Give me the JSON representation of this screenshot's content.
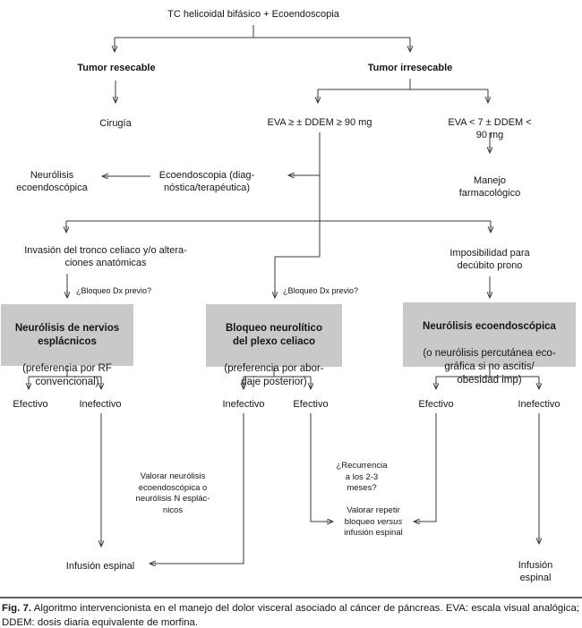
{
  "colors": {
    "box_bg": "#c9c9c9",
    "line": "#3a3a3a",
    "text": "#151515",
    "background": "#ffffff"
  },
  "nodes": {
    "root": "TC helicoidal bifásico + Ecoendoscopia",
    "tumor_resecable": "Tumor resecable",
    "tumor_irresecable": "Tumor irresecable",
    "cirugia": "Cirugía",
    "eva_alta": "EVA ≥ ± DDEM ≥ 90 mg",
    "eva_baja": "EVA < 7 ± DDEM < 90 mg",
    "neurolisis_eco": "Neurólisis\necoendoscópica",
    "ecoendoscopia": "Ecoendoscopia (diag-\nnóstica/terapéutica)",
    "manejo_farmacologico": "Manejo farmacológico",
    "invasion_tronco": "Invasión del tronco celiaco y/o altera-\nciones anatómicas",
    "imposibilidad": "Imposibilidad para\ndecúbito prono",
    "bloqueo_dx": "¿Bloqueo Dx previo?",
    "efectivo": "Efectivo",
    "inefectivo": "Inefectivo",
    "valorar_neurolisis": "Valorar neurólisis\necoendoscópica o\nneurólisis N esplác-\nnicos",
    "recurrencia": "¿Recurrencia\na los 2-3\nmeses?",
    "valorar_repetir": {
      "pre": "Valorar repetir\nbloqueo ",
      "italic": "versus",
      "post": "\ninfusión espinal"
    },
    "infusion_espinal": "Infusión espinal"
  },
  "boxes": {
    "esplacnicos": {
      "title": "Neurólisis de nervios\nesplácnicos",
      "subtitle": "(preferencia por RF\nconvencional)"
    },
    "plexo_celiaco": {
      "title": "Bloqueo neurolítico\ndel plexo celiaco",
      "subtitle": "(preferencia por abor-\ndaje posterior)"
    },
    "ecoendoscopica": {
      "title": "Neurólisis ecoendoscópica",
      "subtitle": "(o neurólisis percutánea eco-\ngráfica si no ascitis/\nobesidad imp)"
    }
  },
  "caption": {
    "label": "Fig. 7.",
    "text": " Algoritmo intervencionista en el manejo del dolor visceral asociado al cáncer de páncreas. EVA: escala visual analógica; DDEM: dosis diaria equivalente de morfina."
  }
}
